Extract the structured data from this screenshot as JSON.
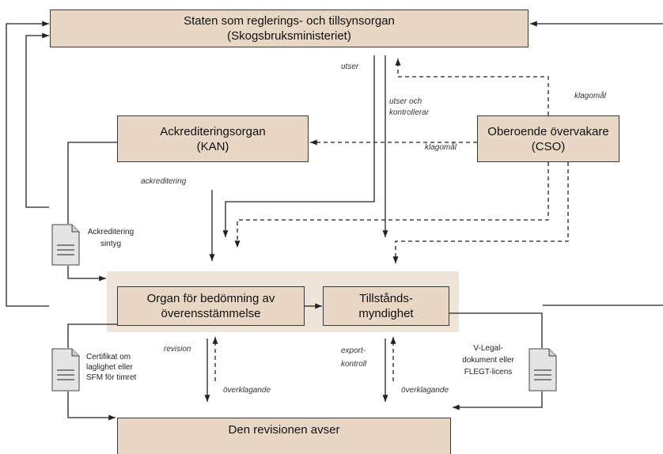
{
  "boxes": {
    "state": {
      "line1": "Staten som reglerings- och tillsynsorgan",
      "line2": "(Skogsbruksministeriet)"
    },
    "accreditation_body": {
      "line1": "Ackrediteringsorgan",
      "line2": "(KAN)"
    },
    "independent_monitor": {
      "line1": "Oberoende övervakare",
      "line2": "(CSO)"
    },
    "conformity_body": {
      "line1": "Organ för bedömning av",
      "line2": "överensstämmelse"
    },
    "licensing_authority": {
      "line1": "Tillstånds-",
      "line2": "myndighet"
    },
    "audited_party": {
      "line1": "Den revisionen avser"
    }
  },
  "documents": {
    "accreditation_certificate": {
      "line1": "Ackreditering",
      "line2": "sintyg"
    },
    "legality_certificate": {
      "line1": "Certifikat om",
      "line2": "laglighet eller",
      "line3": "SFM för timret"
    },
    "export_license": {
      "line1": "V-Legal-",
      "line2": "dokument eller",
      "line3": "FLEGT-licens"
    }
  },
  "arrow_labels": {
    "appoints": "utser",
    "appoints_controls": {
      "line1": "utser och",
      "line2": "kontrollerar"
    },
    "complaint_to_state": "klagomål",
    "complaint_to_kan": "klagomål",
    "accreditation": "ackreditering",
    "audit": "revision",
    "appeal_left": "överklagande",
    "export_control": {
      "line1": "export-",
      "line2": "kontroll"
    },
    "appeal_right": "överklagande"
  },
  "icons": {
    "document": "document-icon"
  },
  "colors": {
    "box_fill": "#e8d7c4",
    "band_fill": "#efe4d8",
    "line": "#222222",
    "document_fill": "#e4e4e4"
  }
}
